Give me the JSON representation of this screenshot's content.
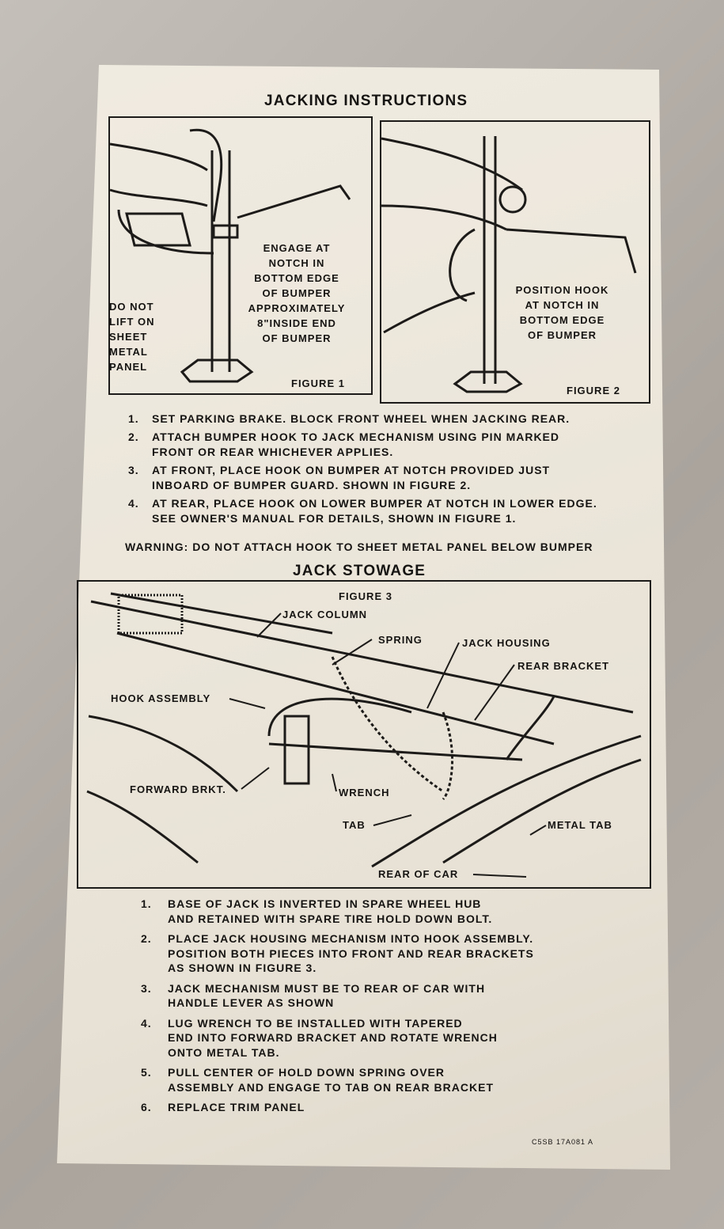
{
  "title": "JACKING INSTRUCTIONS",
  "figure1": {
    "label": "FIGURE 1",
    "callout_engage": [
      "ENGAGE AT",
      "NOTCH IN",
      "BOTTOM EDGE",
      "OF BUMPER",
      "APPROXIMATELY",
      "8\"INSIDE END",
      "OF BUMPER"
    ],
    "callout_do_not": [
      "DO NOT",
      "LIFT ON",
      "SHEET",
      "METAL",
      "PANEL"
    ]
  },
  "figure2": {
    "label": "FIGURE 2",
    "callout": [
      "POSITION HOOK",
      "AT NOTCH IN",
      "BOTTOM EDGE",
      "OF BUMPER"
    ]
  },
  "jacking_steps": [
    {
      "n": "1.",
      "lines": [
        "SET PARKING BRAKE. BLOCK FRONT WHEEL WHEN JACKING REAR."
      ]
    },
    {
      "n": "2.",
      "lines": [
        "ATTACH BUMPER HOOK TO JACK MECHANISM USING PIN MARKED",
        "FRONT OR REAR WHICHEVER APPLIES."
      ]
    },
    {
      "n": "3.",
      "lines": [
        "AT FRONT, PLACE HOOK ON BUMPER AT NOTCH PROVIDED JUST",
        "INBOARD OF BUMPER GUARD. SHOWN IN FIGURE 2."
      ]
    },
    {
      "n": "4.",
      "lines": [
        "AT REAR, PLACE HOOK ON LOWER BUMPER AT NOTCH IN LOWER EDGE.",
        "SEE OWNER'S MANUAL FOR DETAILS, SHOWN IN FIGURE 1."
      ]
    }
  ],
  "warning": "WARNING:  DO NOT ATTACH HOOK TO SHEET METAL PANEL BELOW BUMPER",
  "stowage_title": "JACK STOWAGE",
  "figure3": {
    "label": "FIGURE 3",
    "jack_column": "JACK COLUMN",
    "spring": "SPRING",
    "jack_housing": "JACK HOUSING",
    "rear_bracket": "REAR BRACKET",
    "hook_assembly": "HOOK ASSEMBLY",
    "forward_brkt": "FORWARD BRKT.",
    "wrench": "WRENCH",
    "tab": "TAB",
    "metal_tab": "METAL TAB",
    "rear_of_car": "REAR OF CAR"
  },
  "stowage_steps": [
    {
      "n": "1.",
      "lines": [
        "BASE OF JACK IS INVERTED IN SPARE WHEEL HUB",
        "AND RETAINED WITH SPARE TIRE HOLD DOWN BOLT."
      ]
    },
    {
      "n": "2.",
      "lines": [
        "PLACE JACK HOUSING MECHANISM INTO HOOK ASSEMBLY.",
        "POSITION BOTH PIECES INTO FRONT AND REAR BRACKETS",
        "AS SHOWN IN FIGURE 3."
      ]
    },
    {
      "n": "3.",
      "lines": [
        "JACK MECHANISM MUST BE TO REAR OF CAR WITH",
        "HANDLE LEVER AS SHOWN"
      ]
    },
    {
      "n": "4.",
      "lines": [
        "LUG WRENCH TO BE INSTALLED WITH TAPERED",
        "END INTO FORWARD BRACKET AND ROTATE WRENCH",
        "ONTO METAL TAB."
      ]
    },
    {
      "n": "5.",
      "lines": [
        "PULL CENTER OF HOLD DOWN SPRING OVER",
        "ASSEMBLY AND ENGAGE TO TAB ON REAR BRACKET"
      ]
    },
    {
      "n": "6.",
      "lines": [
        "REPLACE TRIM PANEL"
      ]
    }
  ],
  "part_number": "C5SB 17A081 A"
}
